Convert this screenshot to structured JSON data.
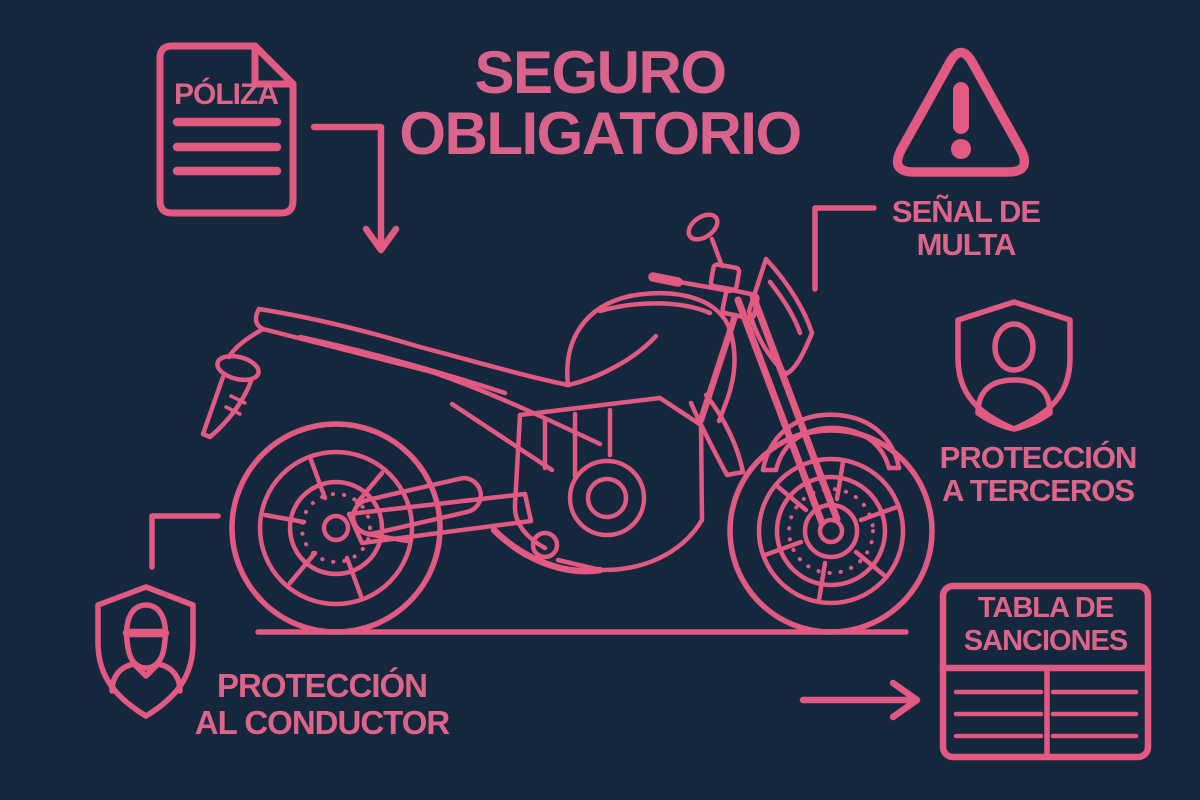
{
  "palette": {
    "background": "#15283e",
    "line_pink": "#e25a82",
    "text_pink": "#dd6589"
  },
  "title": {
    "line1": "SEGURO",
    "line2": "OBLIGATORIO"
  },
  "labels": {
    "poliza": {
      "text": "PÓLIZA",
      "icon": "document-icon"
    },
    "senal": {
      "line1": "SEÑAL DE",
      "line2": "MULTA",
      "icon": "warning-triangle-icon"
    },
    "terceros": {
      "line1": "PROTECCIÓN",
      "line2": "A TERCEROS",
      "icon": "shield-person-icon"
    },
    "sanciones": {
      "line1": "TABLA DE",
      "line2": "SANCIONES",
      "icon": "sanctions-table-icon"
    },
    "conductor": {
      "line1": "PROTECCIÓN",
      "line2": "AL CONDUCTOR",
      "icon": "shield-rider-icon"
    }
  },
  "illustration": {
    "name": "motorcycle-side-view-line-art",
    "facing": "right"
  },
  "connectors": [
    {
      "name": "poliza-arrow",
      "type": "elbow-arrow-down"
    },
    {
      "name": "senal-connector",
      "type": "elbow-line"
    },
    {
      "name": "sanciones-arrow",
      "type": "arrow-right"
    },
    {
      "name": "conductor-connector",
      "type": "elbow-line"
    }
  ]
}
